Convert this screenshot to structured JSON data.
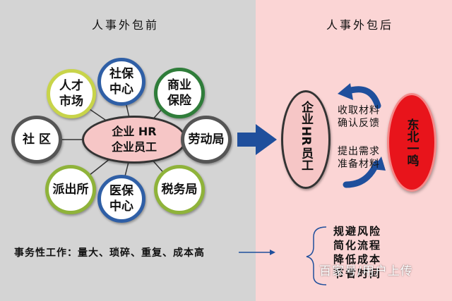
{
  "titles": {
    "before": "人事外包前",
    "after": "人事外包后"
  },
  "center": {
    "line1": "企业 HR",
    "line2": "企业员工"
  },
  "nodes": {
    "shebao": {
      "line1": "社保",
      "line2": "中心"
    },
    "rencai": {
      "line1": "人才",
      "line2": "市场"
    },
    "shangye": {
      "line1": "商业",
      "line2": "保险"
    },
    "shequ": {
      "label": "社 区"
    },
    "laodong": {
      "label": "劳动局"
    },
    "paichusuo": {
      "label": "派出所"
    },
    "yibao": {
      "line1": "医保",
      "line2": "中心"
    },
    "shuiwu": {
      "label": "税务局"
    }
  },
  "right": {
    "company": "企业员工",
    "company_hr": "HR",
    "provider": "东北一鸣",
    "top_text": [
      "收取材料",
      "确认反馈"
    ],
    "bottom_text": [
      "提出需求",
      "准备材料"
    ]
  },
  "bottom": {
    "workload": "事务性工作：量大、琐碎、重复、成本高",
    "benefits": [
      "规避风险",
      "简化流程",
      "降低成本",
      "节省时间"
    ]
  },
  "watermark": "百家号/用户上传",
  "colors": {
    "left_bg": "#d4d4d4",
    "right_bg": "#fbd5d5",
    "center_fill": "#f6c6c6",
    "provider_fill": "#e8141b",
    "arrow_blue": "#1f4f9c"
  }
}
